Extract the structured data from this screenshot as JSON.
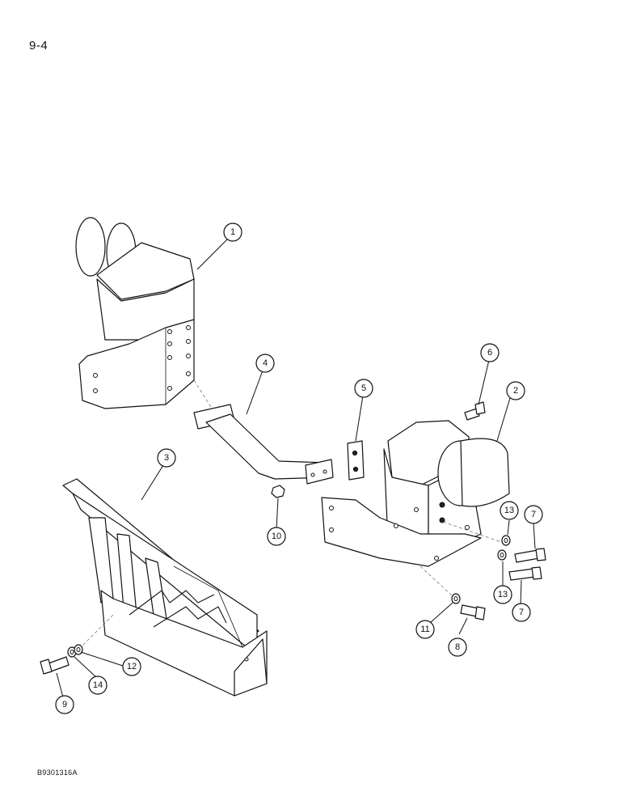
{
  "page": {
    "number": "9-4",
    "figure_code": "B9301316A"
  },
  "callouts": [
    {
      "id": "1",
      "label": "1"
    },
    {
      "id": "2",
      "label": "2"
    },
    {
      "id": "3",
      "label": "3"
    },
    {
      "id": "4",
      "label": "4"
    },
    {
      "id": "5",
      "label": "5"
    },
    {
      "id": "6",
      "label": "6"
    },
    {
      "id": "7a",
      "label": "7"
    },
    {
      "id": "7b",
      "label": "7"
    },
    {
      "id": "8",
      "label": "8"
    },
    {
      "id": "9",
      "label": "9"
    },
    {
      "id": "10",
      "label": "10"
    },
    {
      "id": "11",
      "label": "11"
    },
    {
      "id": "12",
      "label": "12"
    },
    {
      "id": "13a",
      "label": "13"
    },
    {
      "id": "13b",
      "label": "13"
    },
    {
      "id": "14",
      "label": "14"
    }
  ]
}
